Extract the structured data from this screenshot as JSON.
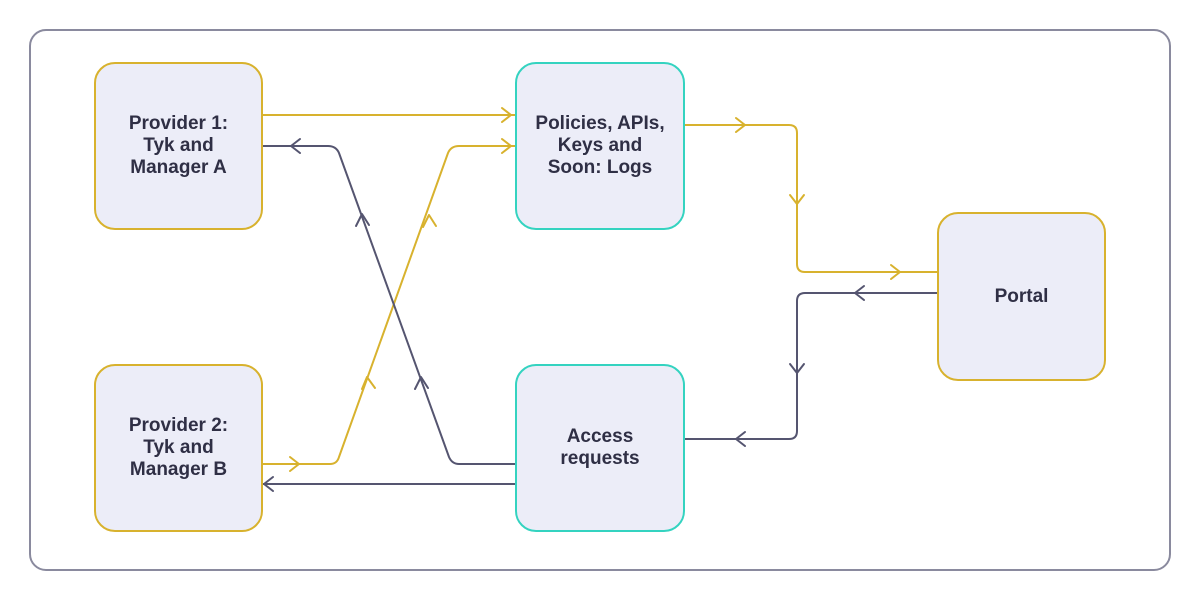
{
  "colors": {
    "background": "#ffffff",
    "frame": "#8a8a9e",
    "node_fill": "#ecedf8",
    "provider_border": "#d8b22e",
    "store_border": "#34d3c0",
    "portal_border": "#d8b22e",
    "yellow_flow": "#d8b22e",
    "dark_flow": "#555570",
    "text": "#2f2f45"
  },
  "nodes": {
    "provider1": {
      "label": "Provider 1:\nTyk and\nManager A"
    },
    "provider2": {
      "label": "Provider 2:\nTyk and\nManager B"
    },
    "policies": {
      "label": "Policies, APIs,\nKeys and\nSoon: Logs"
    },
    "access": {
      "label": "Access\nrequests"
    },
    "portal": {
      "label": "Portal"
    }
  }
}
